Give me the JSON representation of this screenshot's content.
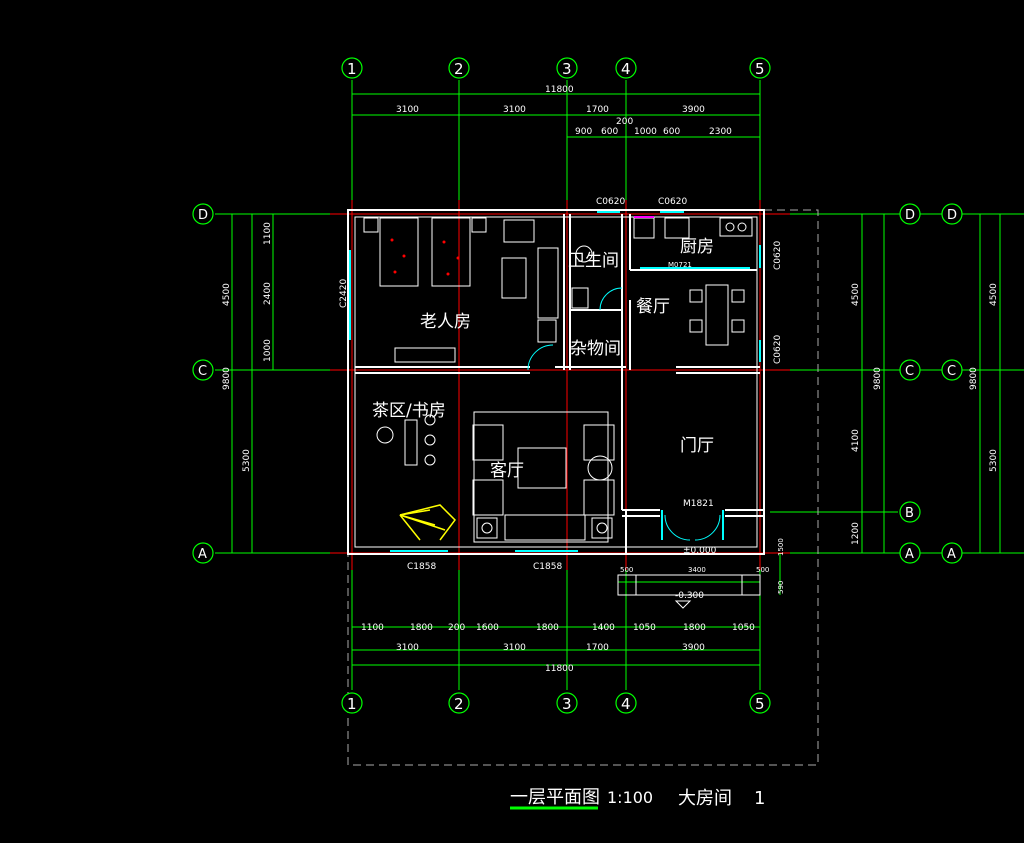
{
  "colors": {
    "green": "#00ff00",
    "red": "#ff0000",
    "wall": "#ffffff",
    "cyan": "#00ffff",
    "yellow": "#ffff00",
    "magenta": "#ff00ff"
  },
  "axes": {
    "n1": "1",
    "n2": "2",
    "n3": "3",
    "n4": "4",
    "n5": "5",
    "A": "A",
    "B": "B",
    "C": "C",
    "D": "D"
  },
  "dims": {
    "total": "11800",
    "d3100a": "3100",
    "d3100b": "3100",
    "d1700": "1700",
    "d3900": "3900",
    "d900": "900",
    "d600a": "600",
    "d200t": "200",
    "d1000": "1000",
    "d600b": "600",
    "d2300": "2300",
    "b1100": "1100",
    "b1800a": "1800",
    "b200": "200",
    "b1600": "1600",
    "b1800b": "1800",
    "b1400": "1400",
    "b1050a": "1050",
    "b1800c": "1800",
    "b1050b": "1050",
    "l4500": "4500",
    "l9800": "9800",
    "l5300": "5300",
    "l1100": "1100",
    "l2400": "2400",
    "l1000": "1000",
    "r4500": "4500",
    "r9800": "9800",
    "r4100": "4100",
    "r1200": "1200",
    "rr4500": "4500",
    "rr9800": "9800",
    "rr5300": "5300",
    "s500a": "500",
    "s3400": "3400",
    "s500b": "500",
    "s1500": "1500",
    "s590": "590"
  },
  "windows": {
    "c0620a": "C0620",
    "c0620b": "C0620",
    "c0620c": "C0620",
    "c0620d": "C0620",
    "c2420": "C2420",
    "c1858a": "C1858",
    "c1858b": "C1858",
    "m1821": "M1821",
    "m0721": "M0721"
  },
  "levels": {
    "zero": "±0.000",
    "minus": "-0.300"
  },
  "rooms": {
    "elder": "老人房",
    "bath": "卫生间",
    "kitchen": "厨房",
    "dining": "餐厅",
    "storage": "杂物间",
    "tea": "茶区/书房",
    "living": "客厅",
    "foyer": "门厅"
  },
  "title": {
    "name": "一层平面图",
    "scale": "1:100",
    "sheet": "大房间",
    "num": "1"
  }
}
